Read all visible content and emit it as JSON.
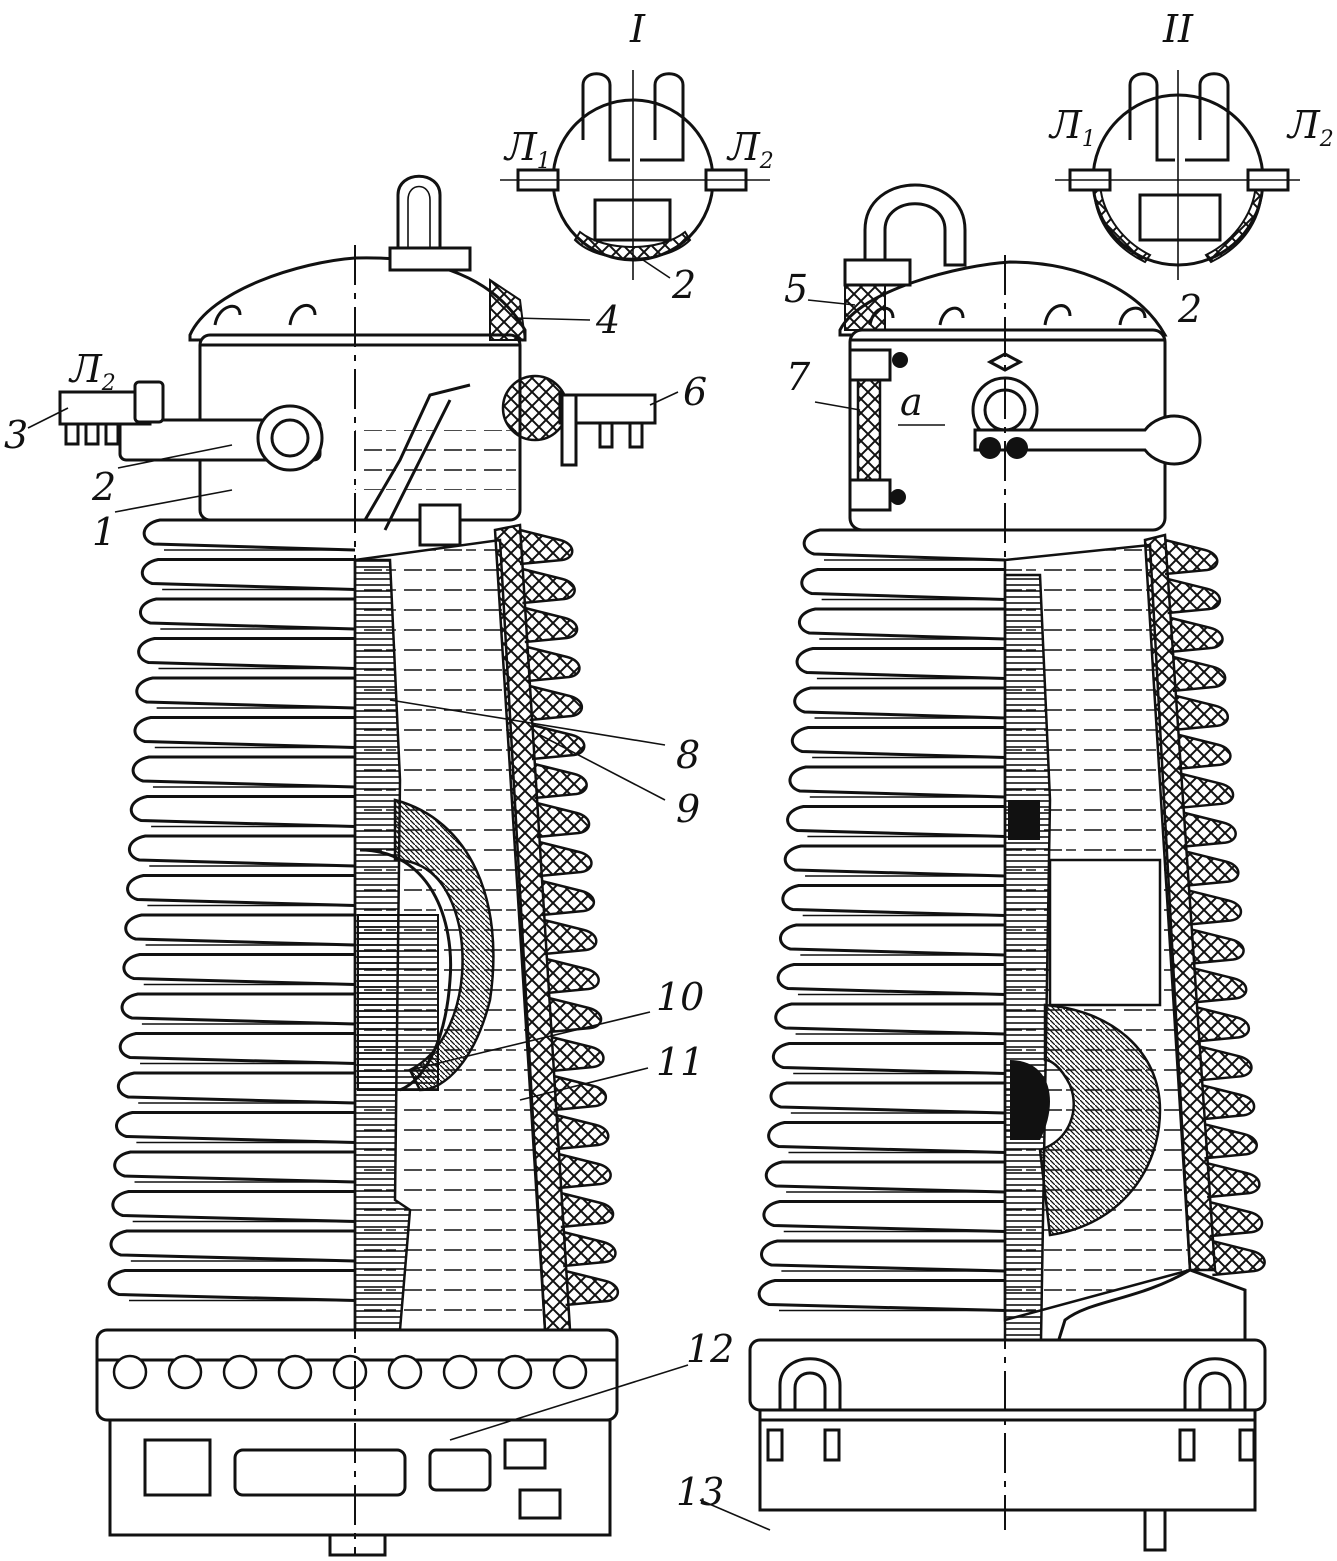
{
  "views": {
    "left": {
      "roman": "I"
    },
    "right": {
      "roman": "II"
    }
  },
  "labels": {
    "l1": "Л",
    "l1_sub": "1",
    "l2": "Л",
    "l2_sub": "2",
    "a": "a"
  },
  "callouts": {
    "n1": "1",
    "n2": "2",
    "n3": "3",
    "n4": "4",
    "n5": "5",
    "n6": "6",
    "n7": "7",
    "n8": "8",
    "n9": "9",
    "n10": "10",
    "n11": "11",
    "n12": "12",
    "n13": "13"
  },
  "colors": {
    "ink": "#111111",
    "paper": "#ffffff"
  }
}
